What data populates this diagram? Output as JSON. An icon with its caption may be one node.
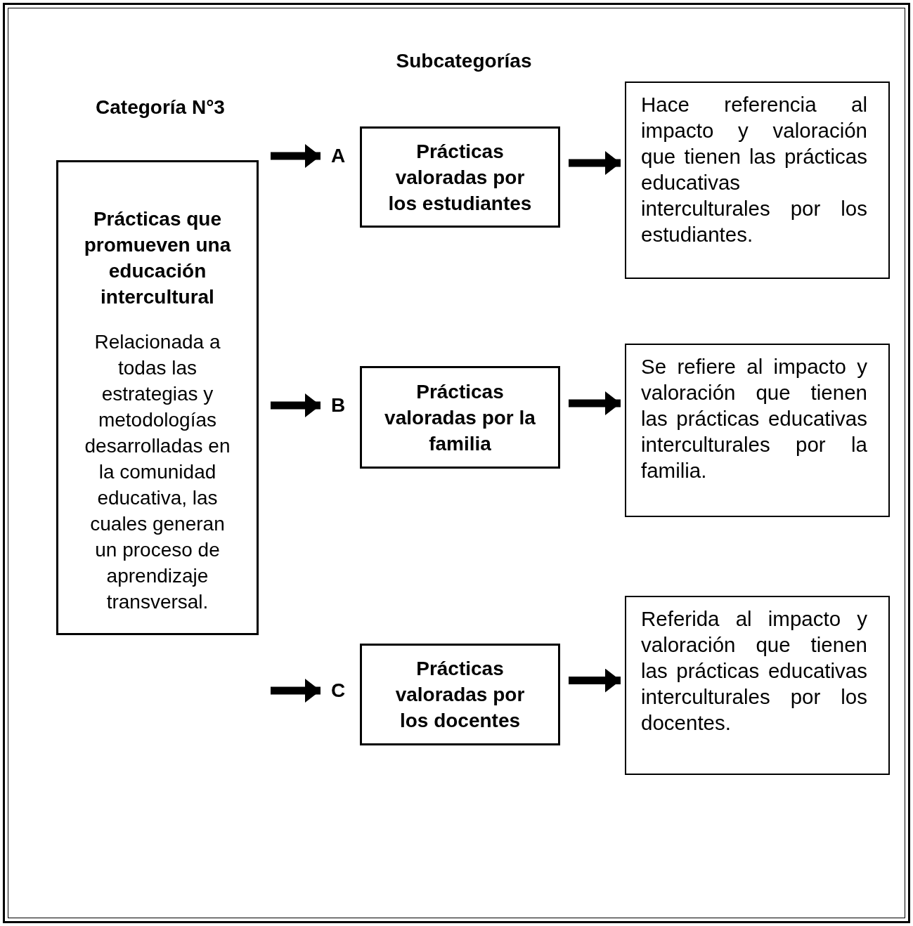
{
  "diagram": {
    "nodes": [
      {
        "text": [
          "Categoría N°3",
          "Prácticas que promueven una educación intercultural",
          "Relacionada a todas las estrategias y metodologías desarrolladas en la comunidad educativa, las cuales generan un proceso de aprendizaje transversal."
        ]
      },
      {
        "text": [
          "A"
        ]
      },
      {
        "text": [
          "Prácticas valoradas por los estudiantes"
        ]
      },
      {
        "text": [
          "Hace referencia al impacto y valoración que tienen las prácticas educativas interculturales por los estudiantes."
        ]
      },
      {
        "text": [
          "B"
        ]
      },
      {
        "text": [
          "Prácticas valoradas por la familia"
        ]
      },
      {
        "text": [
          "Se refiere al impacto y valoración que tienen las prácticas educativas interculturales por la familia."
        ]
      },
      {
        "text": [
          "C"
        ]
      },
      {
        "text": [
          "Prácticas valoradas por los docentes"
        ]
      },
      {
        "text": [
          "Referida al impacto y valoración que tienen las prácticas educativas interculturales por los docentes."
        ]
      }
    ],
    "edges": [
      {
        "from": null,
        "to": 1,
        "arrow": "to"
      },
      {
        "from": 2,
        "to": 3,
        "arrow": "to"
      },
      {
        "from": null,
        "to": 4,
        "arrow": "to"
      },
      {
        "from": 5,
        "to": 6,
        "arrow": "to"
      },
      {
        "from": null,
        "to": 7,
        "arrow": "to"
      },
      {
        "from": 8,
        "to": 9,
        "arrow": "to"
      }
    ],
    "labels": [
      "Subcategorías"
    ]
  }
}
